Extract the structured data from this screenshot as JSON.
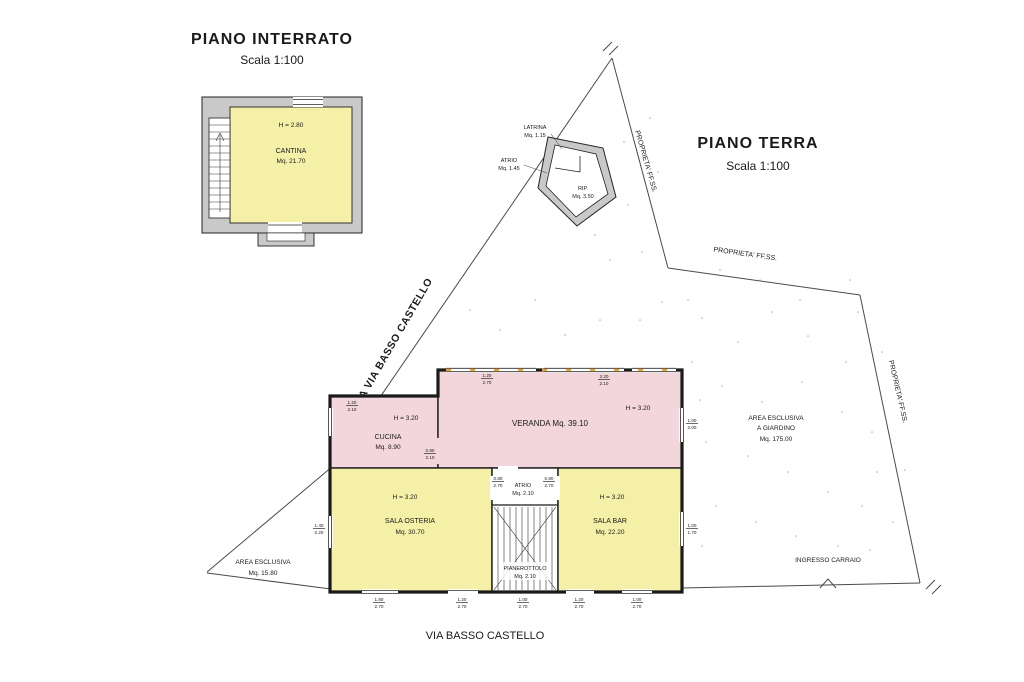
{
  "interrato": {
    "title": "PIANO  INTERRATO",
    "scale": "Scala 1:100",
    "height": "H = 2.80",
    "cantina": "CANTINA",
    "cantina_area": "Mq. 21.70"
  },
  "terra": {
    "title": "PIANO  TERRA",
    "scale": "Scala 1:100"
  },
  "annex": {
    "latrina": "LATRINA",
    "latrina_area": "Mq. 1.15",
    "atrio": "ATRIO",
    "atrio_area": "Mq. 1.45",
    "rip": "RIP.",
    "rip_area": "Mq. 3.50"
  },
  "boundary": {
    "ffss": "PROPRIETA' FF.SS.",
    "interna_via": "INTERNA VIA   BASSO CASTELLO",
    "via": "VIA BASSO CASTELLO"
  },
  "rooms": {
    "veranda": "VERANDA   Mq.  39.10",
    "cucina": "CUCINA",
    "cucina_area": "Mq. 8.90",
    "osteria": "SALA OSTERIA",
    "osteria_area": "Mq. 30.70",
    "bar": "SALA BAR",
    "bar_area": "Mq. 22.20",
    "atrio": "ATRIO",
    "atrio_area": "Mq. 2.10",
    "pianerottolo": "PIANEROTTOLO",
    "pianerottolo_area": "Mq. 2.10",
    "h": "H = 3.20"
  },
  "site": {
    "giardino_l1": "AREA ESCLUSIVA",
    "giardino_l2": "A GIARDINO",
    "giardino_l3": "Mq. 175.00",
    "esclusiva_l1": "AREA ESCLUSIVA",
    "esclusiva_l2": "Mq. 15.80",
    "ingresso": "INGRESSO CARRAIO"
  },
  "dims": {
    "d1": {
      "a": "1.20",
      "b": "2.10"
    },
    "d2": {
      "a": "1.20",
      "b": "2.70"
    },
    "d3": {
      "a": "2.20",
      "b": "2.10"
    },
    "d4": {
      "a": "1.00",
      "b": "2.00"
    },
    "d5": {
      "a": "0.80",
      "b": "2.10"
    },
    "d6": {
      "a": "0.80",
      "b": "2.70"
    },
    "d7": {
      "a": "0.80",
      "b": "2.70"
    },
    "d8": {
      "a": "1.40",
      "b": "2.20"
    },
    "d9": {
      "a": "1.00",
      "b": "1.70"
    },
    "d10": {
      "a": "1.80",
      "b": "2.70"
    },
    "d11": {
      "a": "1.20",
      "b": "2.70"
    },
    "d12": {
      "a": "1.00",
      "b": "2.70"
    },
    "d13": {
      "a": "1.20",
      "b": "2.70"
    },
    "d14": {
      "a": "1.00",
      "b": "2.70"
    }
  },
  "colors": {
    "room_yellow": "#f5f0a8",
    "room_pink": "#f3d6dc",
    "wall_gray": "#c9c9c9",
    "window_orange": "#e0a23c"
  }
}
